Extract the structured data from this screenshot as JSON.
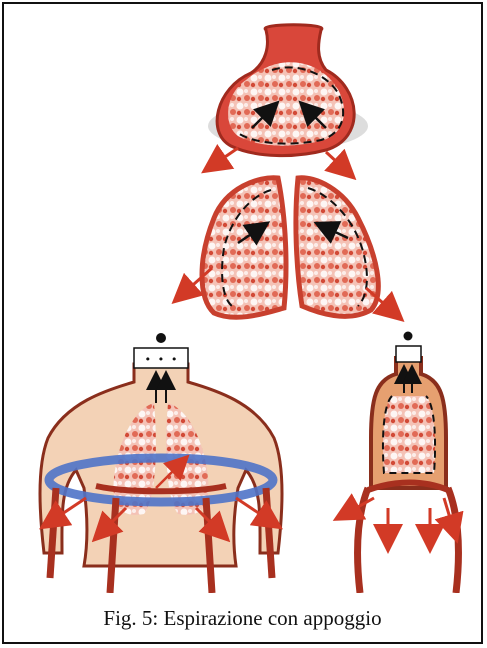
{
  "caption": "Fig. 5: Espirazione con appoggio",
  "colors": {
    "tissue_red": "#c8402e",
    "tissue_pink": "#f2b7ac",
    "skin": "#f3d2b6",
    "skin_outline": "#8a2e1c",
    "ring_blue": "#4f73c8",
    "arrow_red": "#d23a26",
    "ink": "#111111"
  },
  "icons": [
    "bladder-shape",
    "lung-left",
    "lung-right",
    "torso-front",
    "torso-side",
    "pressure-gauge"
  ]
}
